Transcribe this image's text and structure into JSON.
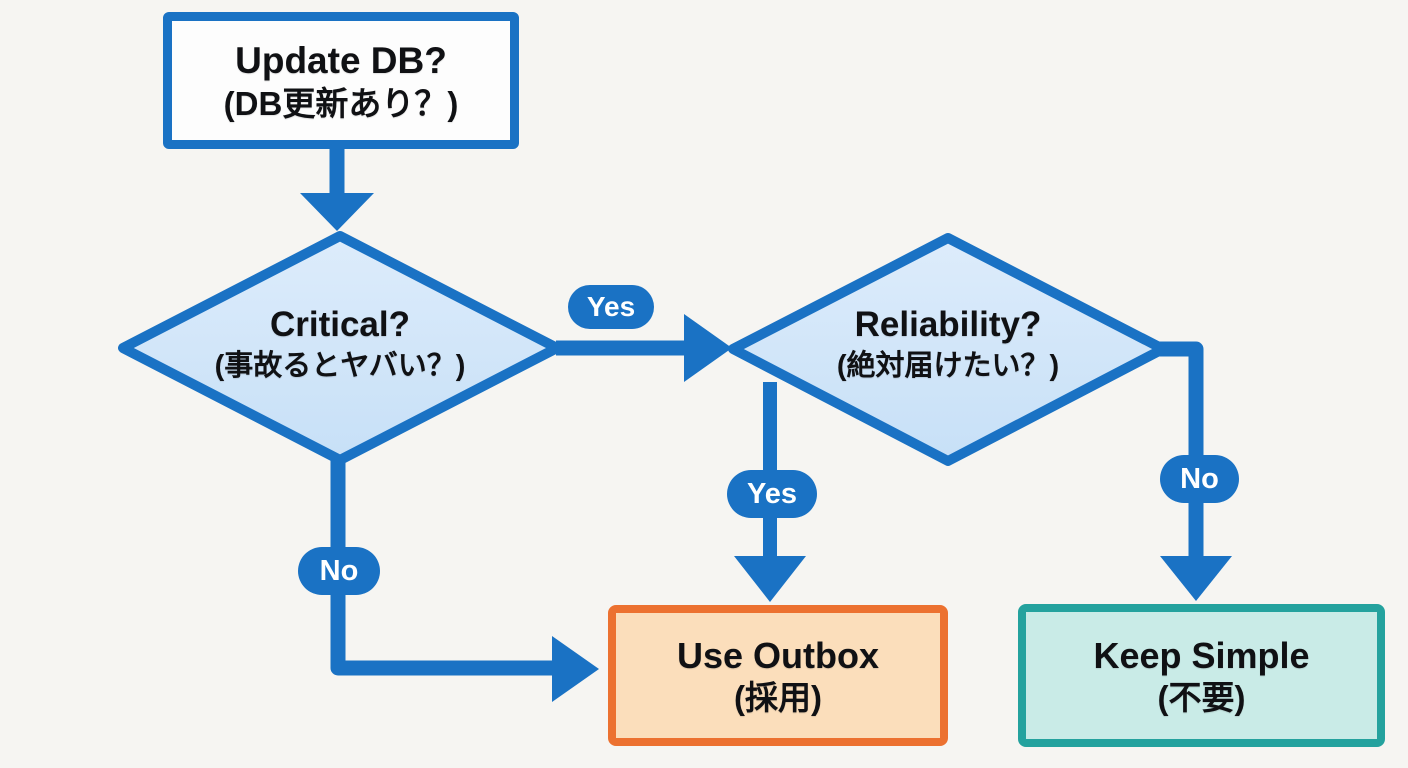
{
  "colors": {
    "background": "#f6f5f2",
    "blue": "#1a72c4",
    "diamond_fill": "#cfe4f8",
    "node_fill": "#fdfdfd",
    "orange_border": "#ec7130",
    "orange_fill": "#fbdebb",
    "teal_border": "#24a29e",
    "teal_fill": "#c9ebe7",
    "text": "#101114",
    "label_text": "#ffffff"
  },
  "flowchart": {
    "nodes": {
      "update_db": {
        "title": "Update DB?",
        "subtitle": "(DB更新あり？)"
      },
      "critical": {
        "title": "Critical?",
        "subtitle": "(事故るとヤバい？)"
      },
      "reliability": {
        "title": "Reliability?",
        "subtitle": "(絶対届けたい？)"
      },
      "use_outbox": {
        "title": "Use Outbox",
        "subtitle": "(採用)"
      },
      "keep_simple": {
        "title": "Keep Simple",
        "subtitle": "(不要)"
      }
    },
    "edges": {
      "critical_yes": {
        "label": "Yes"
      },
      "critical_no": {
        "label": "No"
      },
      "reliability_yes": {
        "label": "Yes"
      },
      "reliability_no": {
        "label": "No"
      }
    }
  }
}
